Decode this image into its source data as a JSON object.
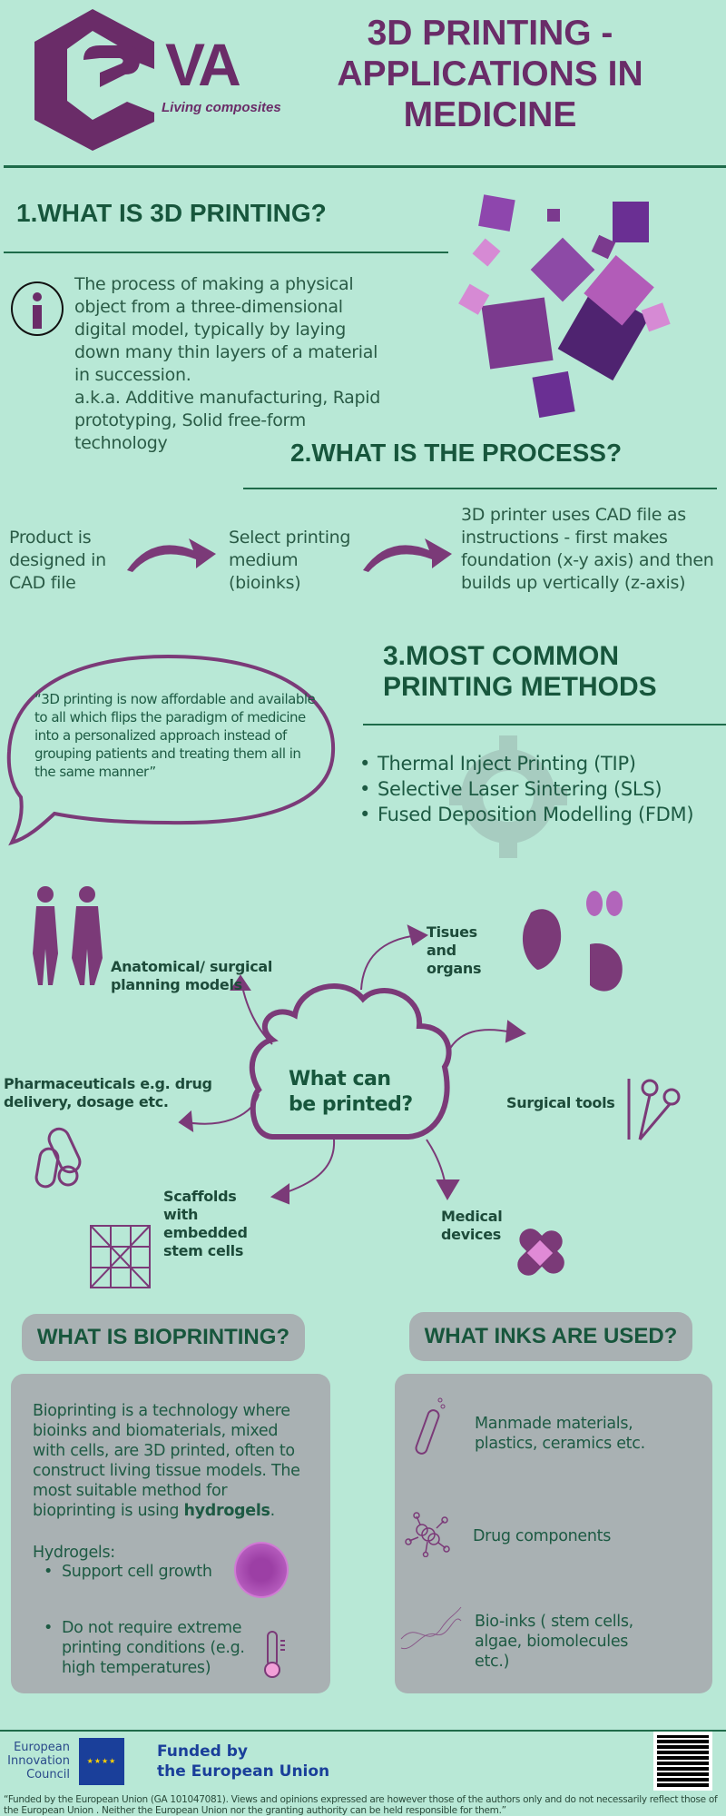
{
  "logo": {
    "letters": "VA",
    "tagline": "Living composites"
  },
  "title": [
    "3D PRINTING -",
    "APPLICATIONS IN",
    "MEDICINE"
  ],
  "section1": {
    "heading": "1.WHAT IS 3D PRINTING?",
    "text": "The process of making a physical object from a three-dimensional digital model, typically by laying down many thin layers of a material in succession.",
    "aka": "a.k.a. Additive manufacturing, Rapid prototyping,  Solid free-form technology"
  },
  "section2": {
    "heading": "2.WHAT IS THE PROCESS?",
    "steps": [
      "Product is designed in CAD file",
      "Select printing medium (bioinks)",
      "3D printer uses CAD file as instructions - first makes foundation (x-y axis) and then builds up vertically (z-axis)"
    ]
  },
  "section3": {
    "heading": [
      "3.MOST COMMON",
      "PRINTING  METHODS"
    ],
    "quote": "“3D printing is now affordable and available to all which flips the paradigm of medicine into a personalized approach instead of grouping patients and treating them all in the same manner”",
    "methods": [
      "Thermal Inject Printing (TIP)",
      "Selective Laser Sintering (SLS)",
      "Fused Deposition Modelling (FDM)"
    ]
  },
  "mindmap": {
    "center": [
      "What can",
      "be printed?"
    ],
    "items": {
      "anatomical": "Anatomical/ surgical planning models",
      "tissues": "Tisues and organs",
      "pharma": "Pharmaceuticals e.g. drug delivery, dosage etc.",
      "surgical": "Surgical tools",
      "scaffolds": "Scaffolds with embedded stem cells",
      "devices": "Medical devices"
    }
  },
  "bioprinting": {
    "heading": "WHAT IS BIOPRINTING?",
    "text": "Bioprinting is a technology where bioinks and biomaterials, mixed with cells, are 3D printed, often to construct living tissue models. The most suitable method for bioprinting is using ",
    "bold": "hydrogels",
    "end": ".",
    "hydrogels_label": "Hydrogels:",
    "bullets": [
      "Support cell growth",
      "Do not require extreme printing conditions (e.g. high temperatures)"
    ]
  },
  "inks": {
    "heading": "WHAT INKS ARE USED?",
    "items": [
      "Manmade materials, plastics, ceramics etc.",
      "Drug components",
      "Bio-inks ( stem cells, algae, biomolecules etc.)"
    ]
  },
  "footer": {
    "eic": [
      "European",
      "Innovation",
      "Council"
    ],
    "funded": [
      "Funded by",
      "the European Union"
    ],
    "disclaimer": "“Funded by the European Union (GA 101047081). Views and opinions expressed are however those of the authors only and do not necessarily reflect those of the European Union . Neither the European Union nor the granting authority can be held responsible for them.”"
  },
  "colors": {
    "bg": "#b8e8d6",
    "purple": "#6a2c68",
    "green": "#17563c",
    "panel": "#a9b1b3"
  }
}
